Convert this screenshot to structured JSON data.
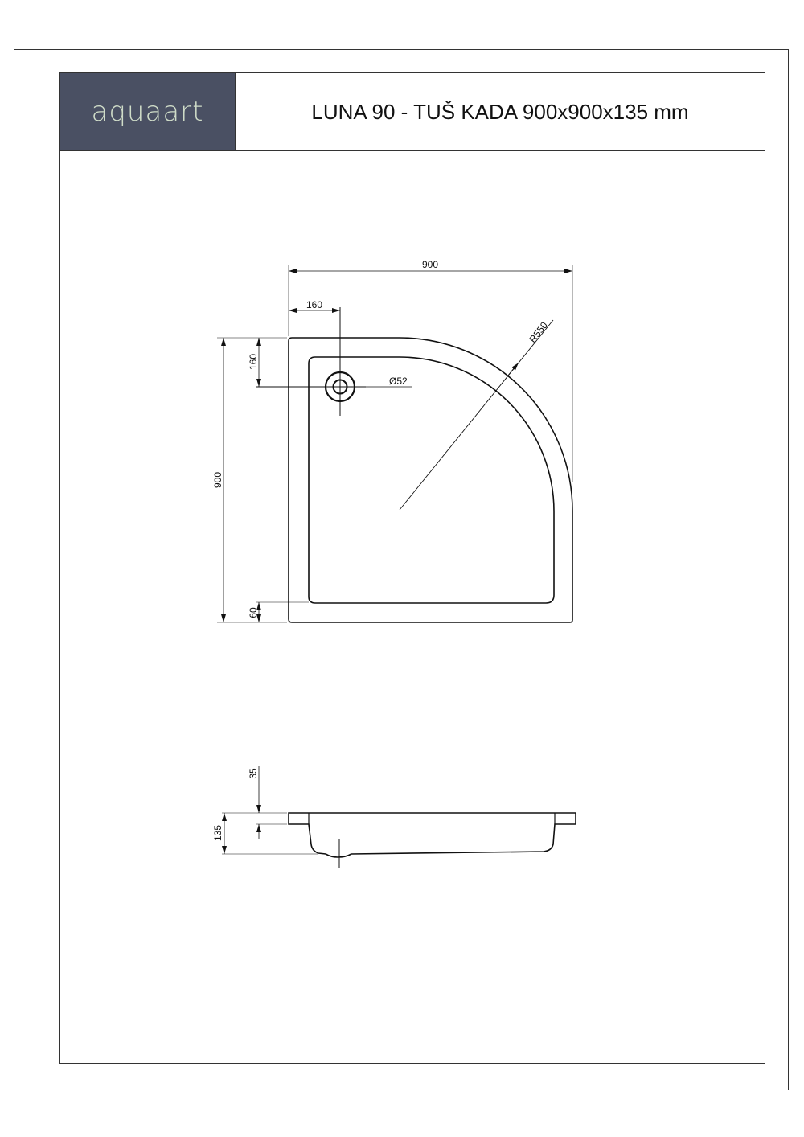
{
  "header": {
    "logo": "aquaart",
    "title": "LUNA 90 - TUŠ KADA 900x900x135 mm"
  },
  "colors": {
    "logo_bg": "#4a5063",
    "logo_text": "#cfdcc8",
    "line": "#111111"
  },
  "top_view": {
    "dim_width": "900",
    "dim_drain_offset_x": "160",
    "dim_drain_offset_y": "160",
    "dim_height": "900",
    "dim_rim": "60",
    "dim_drain_diameter": "Ø52",
    "dim_radius": "R550"
  },
  "side_view": {
    "dim_rim_height": "35",
    "dim_total_height": "135"
  }
}
